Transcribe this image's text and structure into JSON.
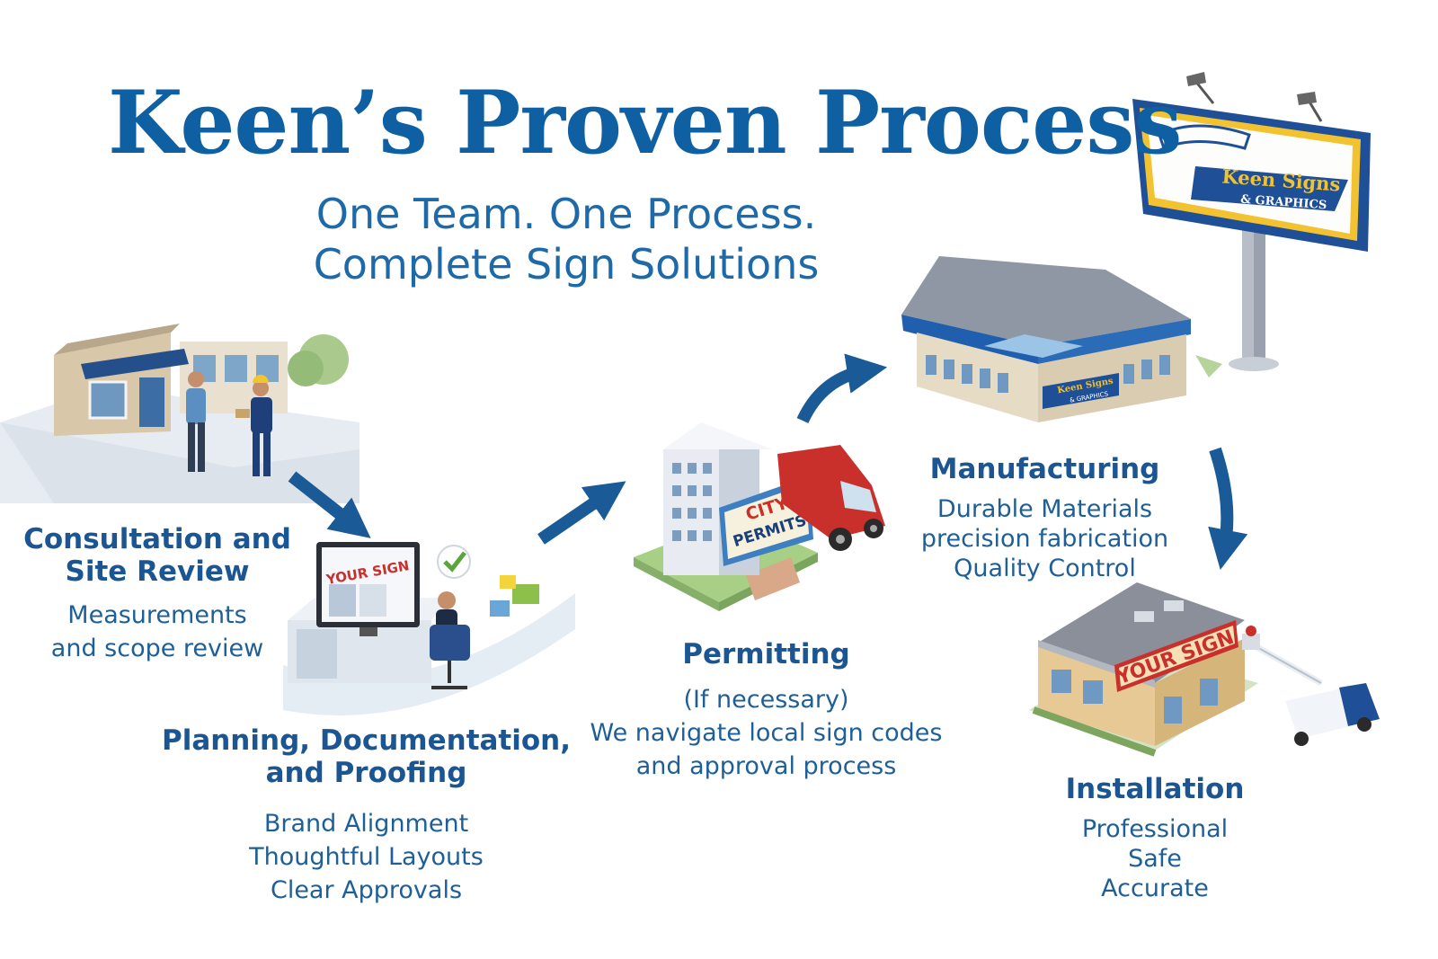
{
  "title": "Keen’s Proven Process",
  "subtitle_lines": [
    "One Team. One Process.",
    "Complete Sign Solutions"
  ],
  "billboard": {
    "line1": "Keen Signs",
    "line2": "& GRAPHICS"
  },
  "building_signs": {
    "your_sign_monitor": "YOUR SIGN",
    "city_permits_line1": "CITY",
    "city_permits_line2": "PERMITS",
    "facility_sign_line1": "Keen Signs",
    "facility_sign_line2": "& GRAPHICS",
    "storefront_sign": "YOUR SIGN"
  },
  "steps": [
    {
      "id": "consultation",
      "heading": [
        "Consultation and",
        "Site Review"
      ],
      "details": [
        "Measurements",
        "and scope review"
      ]
    },
    {
      "id": "planning",
      "heading": [
        "Planning, Documentation,",
        "and Proofing"
      ],
      "details": [
        "Brand Alignment",
        "Thoughtful Layouts",
        "Clear Approvals"
      ]
    },
    {
      "id": "permitting",
      "heading": [
        "Permitting"
      ],
      "details": [
        "(If necessary)",
        "We navigate local sign codes",
        "and approval process"
      ]
    },
    {
      "id": "manufacturing",
      "heading": [
        "Manufacturing"
      ],
      "details": [
        "Durable Materials",
        "precision fabrication",
        "Quality Control"
      ]
    },
    {
      "id": "installation",
      "heading": [
        "Installation"
      ],
      "details": [
        "Professional",
        "Safe",
        "Accurate"
      ]
    }
  ],
  "colors": {
    "brand_blue": "#0f5fa3",
    "arrow_blue": "#1a5a96",
    "sign_red": "#c9302c",
    "sign_yellow": "#f2c230"
  }
}
